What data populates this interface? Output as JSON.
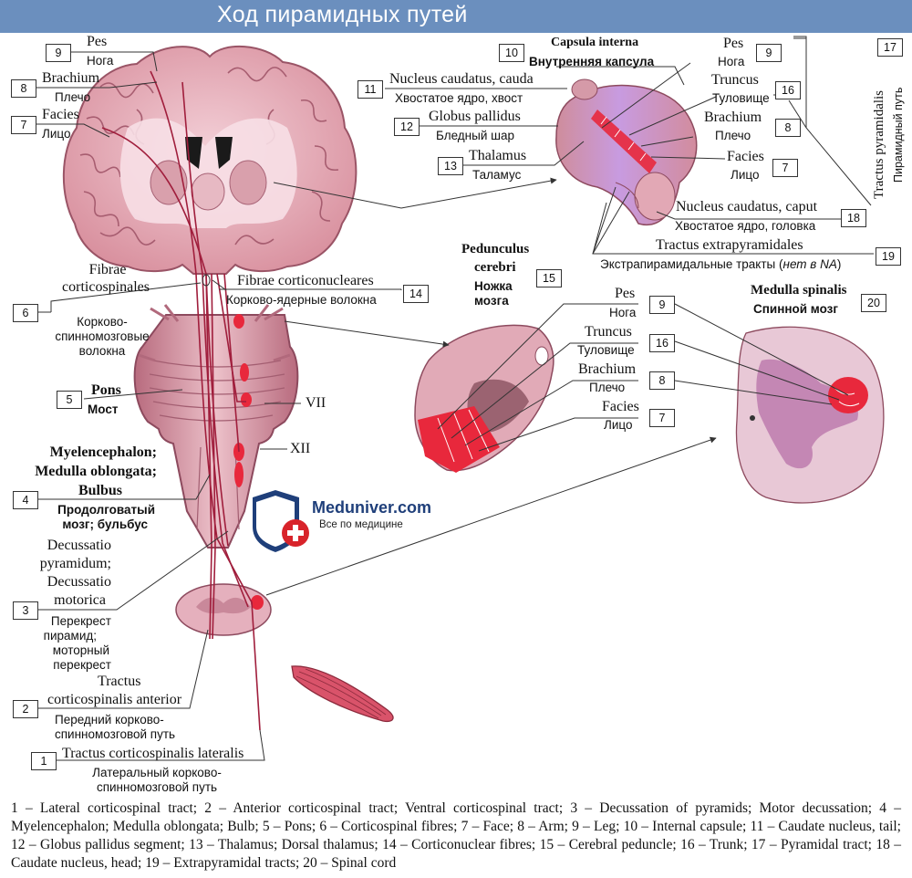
{
  "title": "Ход пирамидных путей",
  "watermark": {
    "name": "Meduniver.com",
    "slogan": "Все по медицине"
  },
  "labels": {
    "n9a": {
      "num": "9",
      "la": "Pes",
      "ru": "Нога"
    },
    "n8a": {
      "num": "8",
      "la": "Brachium",
      "ru": "Плечо"
    },
    "n7a": {
      "num": "7",
      "la": "Facies",
      "ru": "Лицо"
    },
    "n6": {
      "num": "6",
      "la": "Fibrae corticospinales",
      "la1": "Fibrae",
      "la2": "corticospinales",
      "ru1": "Корково-",
      "ru2": "спинномозговые",
      "ru3": "волокна"
    },
    "n14": {
      "num": "14",
      "la": "Fibrae corticonucleares",
      "ru": "Корково-ядерные волокна"
    },
    "n5": {
      "num": "5",
      "la": "Pons",
      "ru": "Мост"
    },
    "n4": {
      "num": "4",
      "la1": "Myelencephalon;",
      "la2": "Medulla oblongata;",
      "la3": "Bulbus",
      "ru1": "Продолговатый",
      "ru2": "мозг; бульбус"
    },
    "n3": {
      "num": "3",
      "la1": "Decussatio",
      "la2": "pyramidum;",
      "la3": "Decussatio",
      "la4": "motorica",
      "ru1": "Перекрест",
      "ru2": "пирамид;",
      "ru3": "моторный",
      "ru4": "перекрест"
    },
    "n2": {
      "num": "2",
      "la1": "Tractus",
      "la2": "corticospinalis anterior",
      "ru1": "Передний корково-",
      "ru2": "спинномозговой путь"
    },
    "n1": {
      "num": "1",
      "la": "Tractus corticospinalis lateralis",
      "ru1": "Латеральный корково-",
      "ru2": "спинномозговой путь"
    },
    "vii": "VII",
    "xii": "XII",
    "n10": {
      "num": "10",
      "la": "Capsula interna",
      "ru": "Внутренняя капсула"
    },
    "n11": {
      "num": "11",
      "la": "Nucleus caudatus, cauda",
      "ru": "Хвостатое ядро, хвост"
    },
    "n12": {
      "num": "12",
      "la": "Globus pallidus",
      "ru": "Бледный шар"
    },
    "n13": {
      "num": "13",
      "la": "Thalamus",
      "ru": "Таламус"
    },
    "n9b": {
      "num": "9",
      "la": "Pes",
      "ru": "Нога"
    },
    "n16a": {
      "num": "16",
      "la": "Truncus",
      "ru": "Туловище"
    },
    "n8b": {
      "num": "8",
      "la": "Brachium",
      "ru": "Плечо"
    },
    "n7b": {
      "num": "7",
      "la": "Facies",
      "ru": "Лицо"
    },
    "n17": {
      "num": "17",
      "la": "Tractus pyramidalis",
      "ru": "Пирамидный путь"
    },
    "n18": {
      "num": "18",
      "la": "Nucleus caudatus, caput",
      "ru": "Хвостатое ядро, головка"
    },
    "n19": {
      "num": "19",
      "la": "Tractus extrapyramidales",
      "ru_pre": "Экстрапирамидальные тракты (",
      "ru_it": "нет в NA",
      "ru_post": ")"
    },
    "n15": {
      "num": "15",
      "la1": "Pedunculus",
      "la2": "cerebri",
      "ru1": "Ножка",
      "ru2": "мозга"
    },
    "n9c": {
      "num": "9",
      "la": "Pes",
      "ru": "Нога"
    },
    "n16b": {
      "num": "16",
      "la": "Truncus",
      "ru": "Туловище"
    },
    "n8c": {
      "num": "8",
      "la": "Brachium",
      "ru": "Плечо"
    },
    "n7c": {
      "num": "7",
      "la": "Facies",
      "ru": "Лицо"
    },
    "n20": {
      "num": "20",
      "la": "Medulla spinalis",
      "ru": "Спинной мозг"
    }
  },
  "caption": "1 – Lateral corticospinal tract; 2 – Anterior corticospinal tract; Ventral corticospinal tract; 3 – Decussation of pyramids; Motor decussation; 4 – Myelencephalon; Medulla oblongata; Bulb; 5 – Pons; 6 – Corticospinal fibres; 7 – Face; 8 – Arm; 9 – Leg; 10 – Internal capsule; 11 – Caudate nucleus, tail; 12 – Globus pallidus segment; 13 – Thalamus; Dorsal thalamus; 14 – Corticonuclear fibres; 15 – Cerebral peduncle; 16 – Trunk; 17 – Pyramidal tract; 18 – Caudate nucleus, head; 19 – Extrapyramidal tracts; 20 – Spinal cord",
  "colors": {
    "tissue": "#e8b3bf",
    "tissue_dark": "#b86b7e",
    "tract": "#e8283c",
    "tract_line": "#a01e3c",
    "title_bg": "#6b8fbe",
    "logo_blue": "#1f3f7a",
    "logo_red": "#d8232a"
  }
}
